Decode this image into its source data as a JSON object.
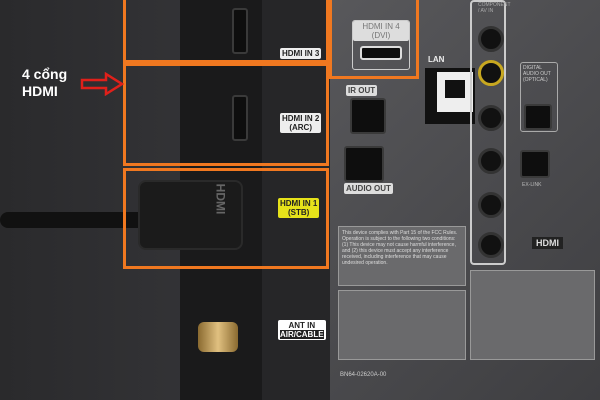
{
  "annotation": {
    "line1": "4 cổng",
    "line2": "HDMI",
    "arrow_color": "#e0201a",
    "box_color": "#f07820"
  },
  "ports": {
    "hdmi3": "HDMI IN 3",
    "hdmi2": {
      "line1": "HDMI IN 2",
      "line2": "(ARC)"
    },
    "hdmi1": {
      "line1": "HDMI IN 1",
      "line2": "(STB)"
    },
    "hdmi4": {
      "line1": "HDMI IN 4",
      "line2": "(DVI)"
    },
    "ant": {
      "line1": "ANT IN",
      "line2": "AIR/CABLE"
    },
    "lan": "LAN",
    "ir_out": "IR OUT",
    "audio_out": "AUDIO OUT",
    "component": "COMPONENT / AV IN",
    "digital_audio": "DIGITAL AUDIO OUT (OPTICAL)",
    "ex_link": "EX-LINK",
    "cable_text": "HDMI",
    "logo": "HDMI",
    "model": "BN64-02620A-00",
    "notice": "This device complies with Part 15 of the FCC Rules. Operation is subject to the following two conditions: (1) This device may not cause harmful interference, and (2) this device must accept any interference received, including interference that may cause undesired operation."
  }
}
